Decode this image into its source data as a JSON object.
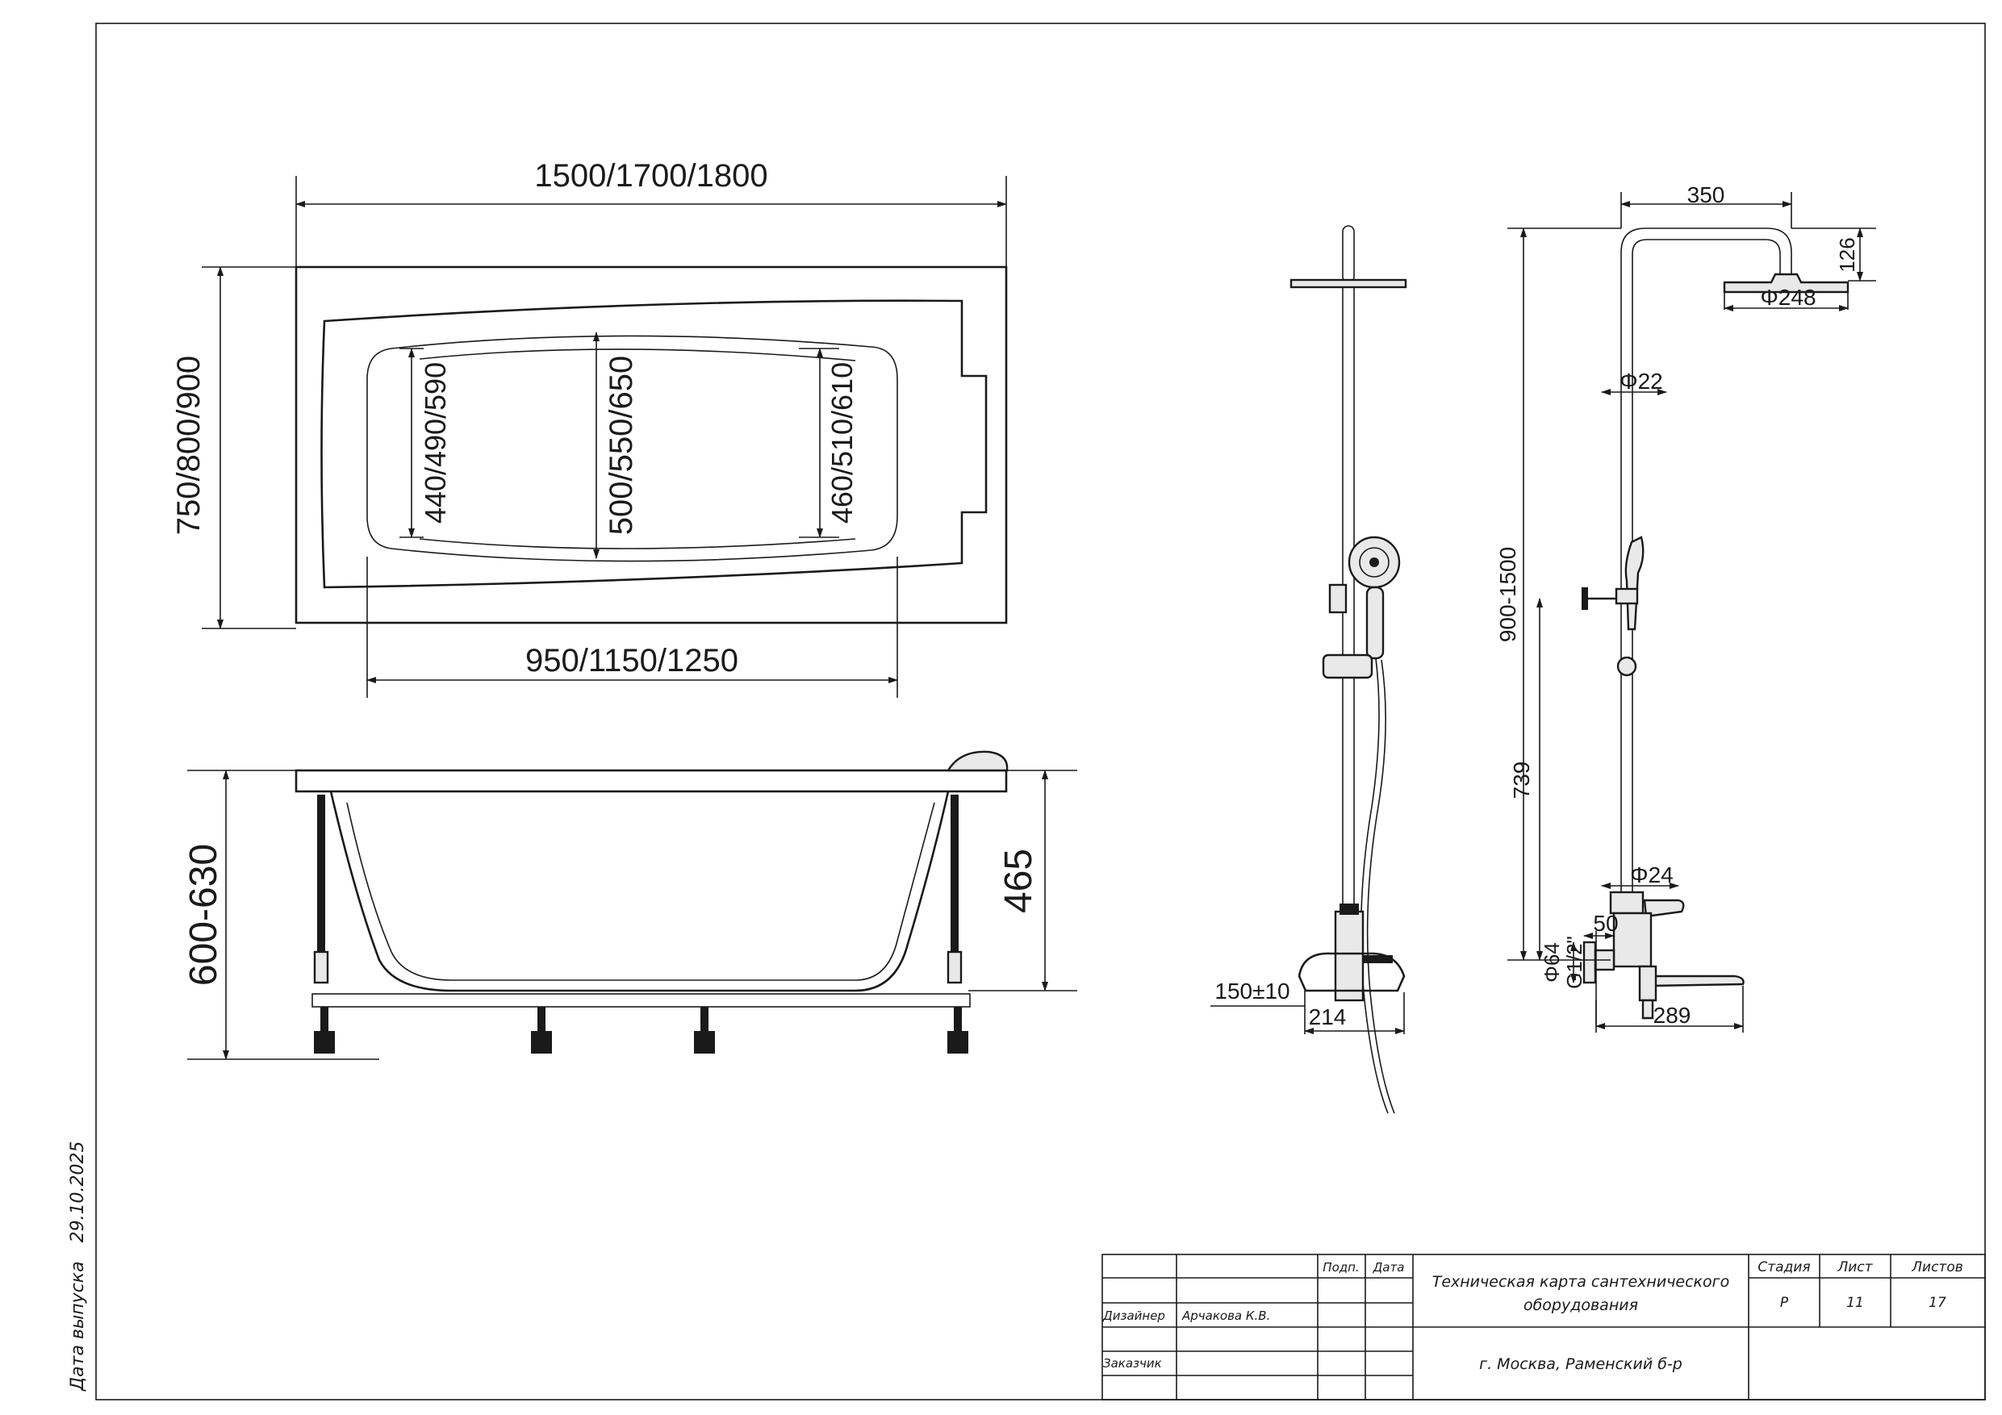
{
  "bathtub": {
    "top_view": {
      "length": "1500/1700/1800",
      "width": "750/800/900",
      "bottom_length": "950/1150/1250",
      "inner_width_left": "440/490/590",
      "inner_width_center": "500/550/650",
      "inner_width_right": "460/510/610"
    },
    "side_view": {
      "total_height": "600-630",
      "depth": "465"
    }
  },
  "shower": {
    "arm_length": "350",
    "head_height": "126",
    "head_diameter": "Φ248",
    "rail_diameter": "Φ22",
    "height_range": "900-1500",
    "mixer_height": "739",
    "pipe_diameter": "Φ24",
    "spout_offset": "50",
    "flange_diameter": "Φ64",
    "thread": "G1/2\"",
    "spout_length": "289",
    "center_distance": "150±10",
    "mixer_depth": "214"
  },
  "side_note": {
    "label": "Дата выпуска",
    "date": "29.10.2025"
  },
  "title_block": {
    "col_sign": "Подп.",
    "col_date": "Дата",
    "designer_label": "Дизайнер",
    "designer_name": "Арчакова К.В.",
    "customer_label": "Заказчик",
    "title_line1": "Техническая карта сантехнического",
    "title_line2": "оборудования",
    "address": "г. Москва, Раменский б-р",
    "stage_label": "Стадия",
    "sheet_label": "Лист",
    "sheets_label": "Листов",
    "stage": "Р",
    "sheet": "11",
    "sheets": "17"
  }
}
